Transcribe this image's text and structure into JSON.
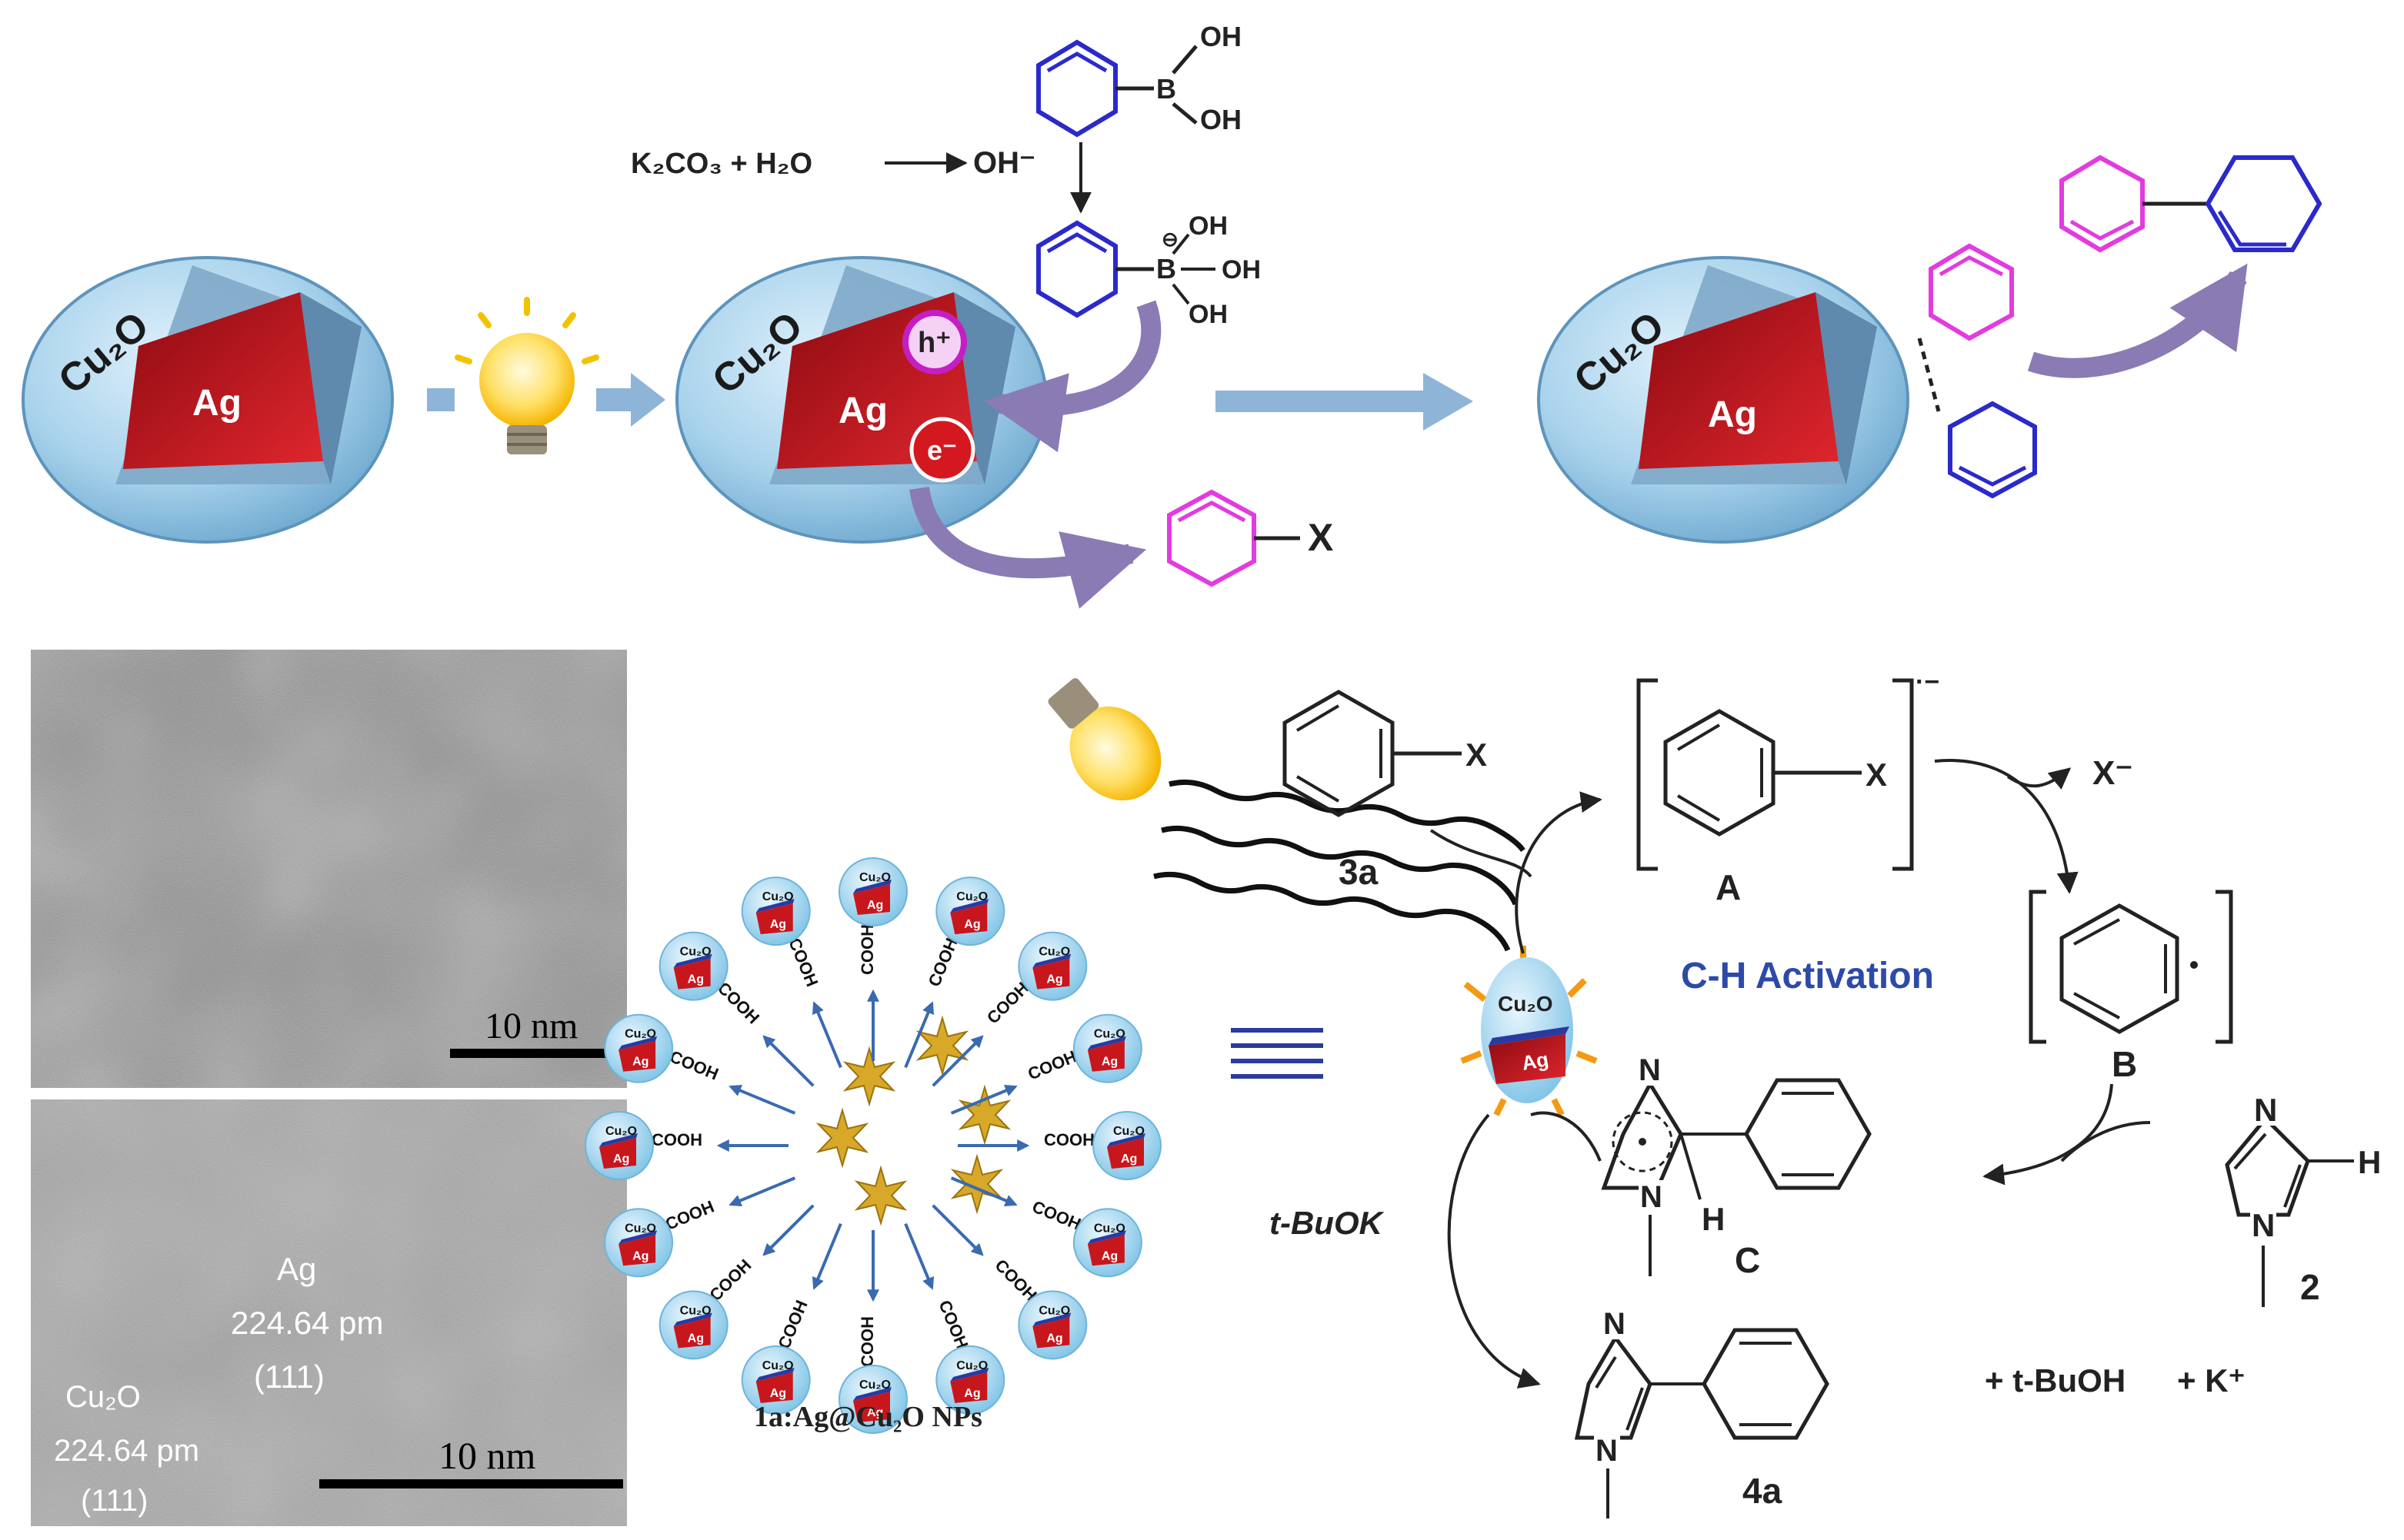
{
  "top_scheme": {
    "reaction_base": "K₂CO₃ + H₂O",
    "hydroxide": "OH⁻",
    "boronic_oh_1": "OH",
    "boronic_oh_2": "OH",
    "boronic_b": "B",
    "boronate_oh_1": "OH",
    "boronate_oh_2": "OH",
    "boronate_oh_3": "OH",
    "boronate_b": "B",
    "boronate_charge": "⊖",
    "halide_x": "X",
    "shell_label": "Cu₂O",
    "core_label": "Ag",
    "hole_label": "h⁺",
    "electron_label": "e⁻"
  },
  "tem_images": {
    "upper_scale": "10 nm",
    "lower_scale": "10 nm",
    "ag_label": "Ag",
    "ag_spacing": "224.64 pm",
    "ag_plane": "(111)",
    "cu2o_label": "Cu₂O",
    "cu2o_spacing": "224.64 pm",
    "cu2o_plane": "(111)"
  },
  "nanoparticle_cluster": {
    "caption": "1a:Ag@Cu₂O NPs",
    "particle_shell": "Cu₂O",
    "particle_core": "Ag",
    "ligand": "COOH"
  },
  "mechanism": {
    "compound_3a": "3a",
    "substituent_x": "X",
    "radical_anion_x": "X",
    "radical_anion_charge": "·−",
    "intermediate_a": "A",
    "leaving_group": "X⁻",
    "intermediate_b": "B",
    "activation_text": "C-H Activation",
    "catalyst_shell": "Cu₂O",
    "catalyst_core": "Ag",
    "compound_2": "2",
    "imidazole_n": "N",
    "imidazole_h": "H",
    "intermediate_c": "C",
    "base": "t-BuOK",
    "product_4a": "4a",
    "byproduct_1": "+ t-BuOH",
    "byproduct_2": "+ K⁺"
  },
  "colors": {
    "shell": "#a9d3ec",
    "core": "#c8161d",
    "magenta_ring": "#e23be0",
    "blue_ring": "#2a2acc",
    "arrow_purple": "#8a7bb5",
    "arrow_blue": "#8eb4d8",
    "activation_blue": "#2e4aa8"
  }
}
